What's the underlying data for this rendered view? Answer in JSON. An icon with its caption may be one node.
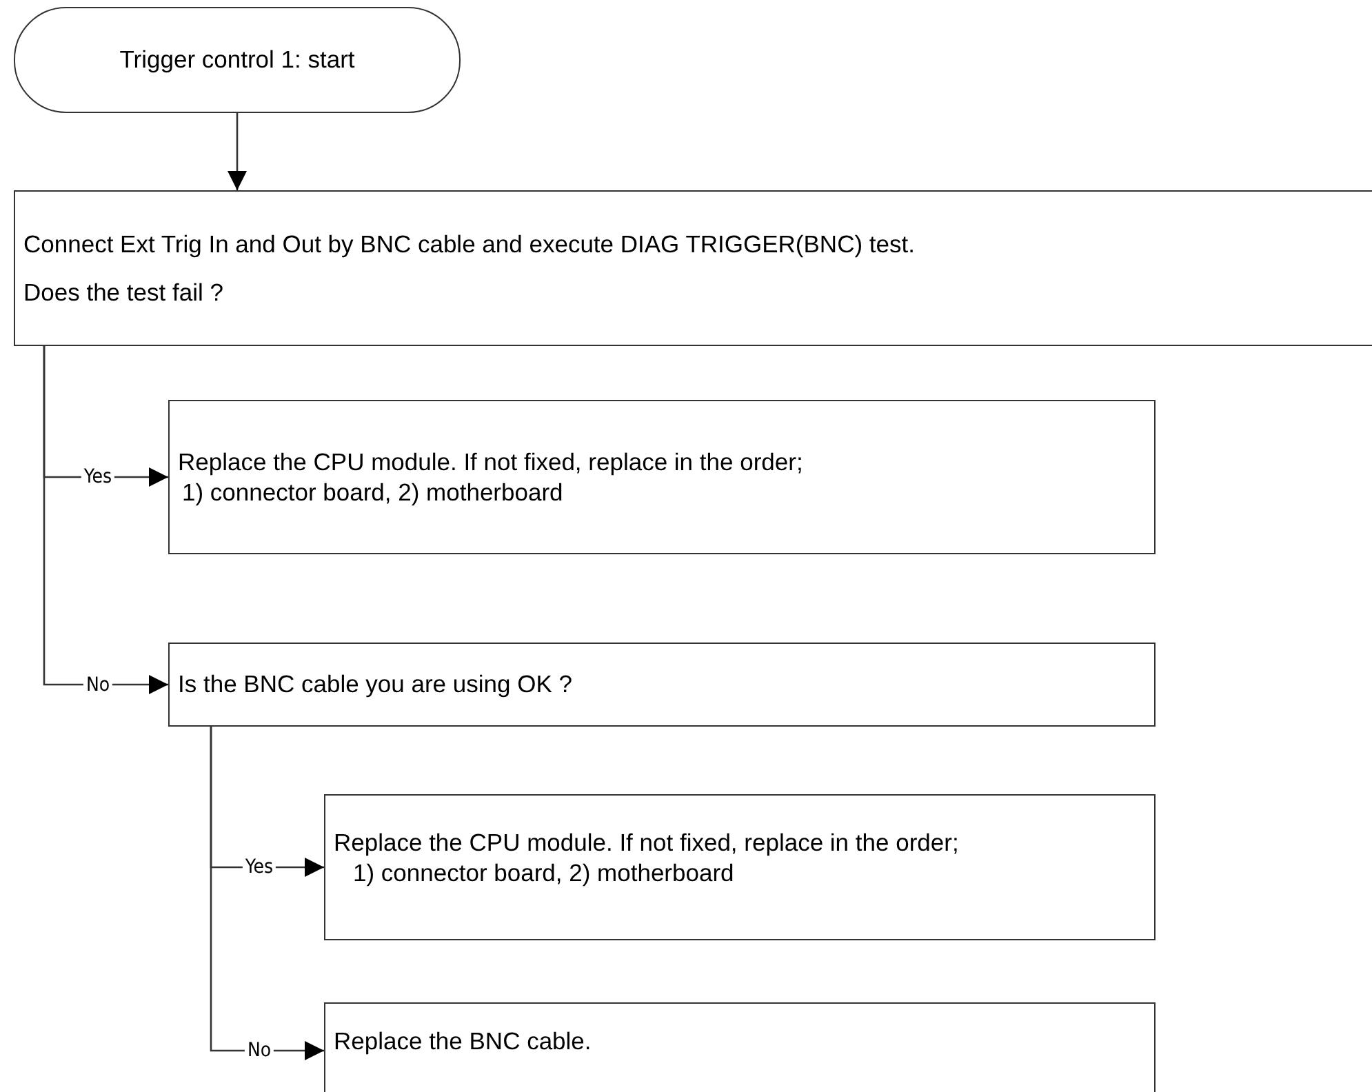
{
  "diagram": {
    "nodes": [
      {
        "text": [
          "Trigger control 1: start"
        ]
      },
      {
        "text": [
          "Connect Ext Trig In and Out by BNC cable and execute DIAG TRIGGER(BNC) test.",
          "Does the test fail ?"
        ]
      },
      {
        "text": [
          "Replace the CPU module. If not fixed, replace in the order;",
          "1) connector board, 2) motherboard"
        ]
      },
      {
        "text": [
          "Is the BNC cable you are using OK ?"
        ]
      },
      {
        "text": [
          "Replace the CPU module. If not fixed, replace in the order;",
          "1) connector board, 2) motherboard"
        ]
      },
      {
        "text": [
          "Replace the BNC cable."
        ]
      }
    ],
    "edges": [
      {
        "from": 0,
        "to": 1,
        "arrow": "to"
      },
      {
        "from": 1,
        "to": 2,
        "arrow": "to",
        "label": "Yes"
      },
      {
        "from": 1,
        "to": 3,
        "arrow": "to",
        "label": "No"
      },
      {
        "from": 3,
        "to": 4,
        "arrow": "to",
        "label": "Yes"
      },
      {
        "from": 3,
        "to": 5,
        "arrow": "to",
        "label": "No"
      }
    ]
  }
}
